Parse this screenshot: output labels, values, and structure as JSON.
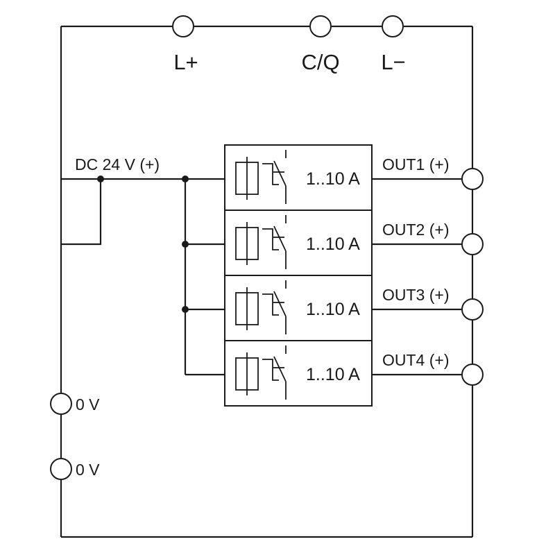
{
  "terminals_top": [
    {
      "name": "terminal-l-plus",
      "label": "L+"
    },
    {
      "name": "terminal-cq",
      "label": "C/Q"
    },
    {
      "name": "terminal-l-minus",
      "label": "L−"
    }
  ],
  "supply_label": "DC 24 V (+)",
  "channels": [
    {
      "fuse_label": "1..10 A",
      "output_label": "OUT1 (+)"
    },
    {
      "fuse_label": "1..10 A",
      "output_label": "OUT2 (+)"
    },
    {
      "fuse_label": "1..10 A",
      "output_label": "OUT3 (+)"
    },
    {
      "fuse_label": "1..10 A",
      "output_label": "OUT4 (+)"
    }
  ],
  "ground_terminals": [
    {
      "label": "0 V"
    },
    {
      "label": "0 V"
    }
  ],
  "colors": {
    "line": "#1a1a1a",
    "background": "#ffffff"
  }
}
